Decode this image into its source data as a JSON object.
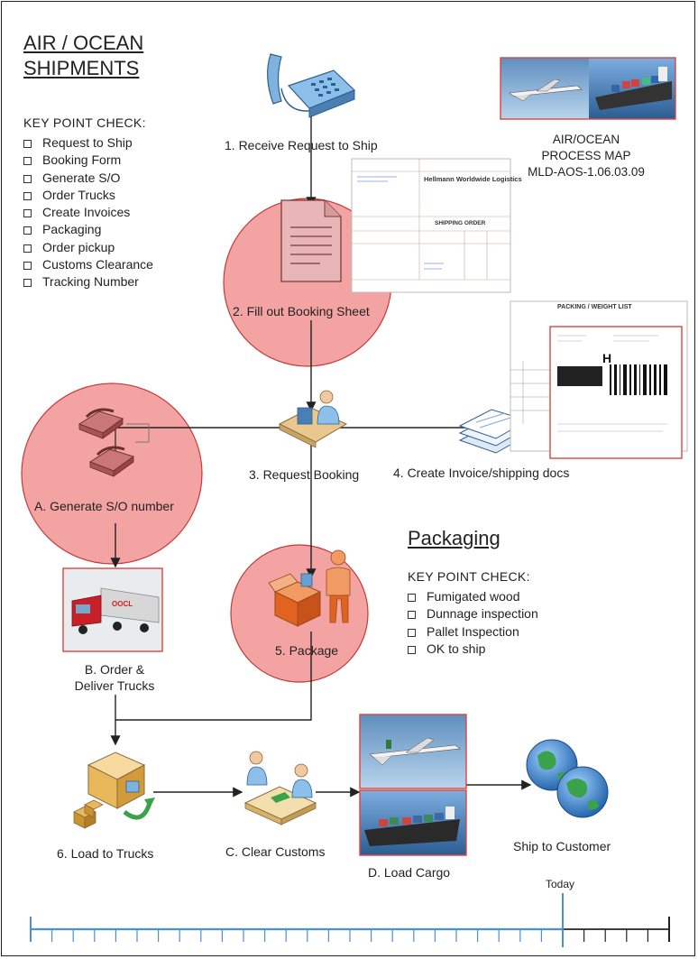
{
  "title": {
    "line1": "AIR / OCEAN",
    "line2": "SHIPMENTS"
  },
  "key_point_check": {
    "heading": "KEY POINT CHECK:",
    "items": [
      "Request to Ship",
      "Booking Form",
      "Generate S/O",
      "Order Trucks",
      "Create Invoices",
      "Packaging",
      "Order pickup",
      "Customs Clearance",
      "Tracking Number"
    ]
  },
  "process_map": {
    "line1": "AIR/OCEAN",
    "line2": "PROCESS MAP",
    "line3": "MLD-AOS-1.06.03.09"
  },
  "steps": {
    "s1": "1. Receive Request to Ship",
    "s2": "2. Fill out Booking Sheet",
    "s3": "3. Request Booking",
    "s4": "4. Create Invoice/shipping docs",
    "a": "A. Generate S/O number",
    "b1": "B. Order &",
    "b2": "Deliver Trucks",
    "s5": "5. Package",
    "s6": "6. Load to Trucks",
    "c": "C. Clear Customs",
    "d": "D. Load Cargo",
    "ship": "Ship to Customer"
  },
  "packaging": {
    "title": "Packaging",
    "heading": "KEY POINT CHECK:",
    "items": [
      "Fumigated wood",
      "Dunnage inspection",
      "Pallet Inspection",
      "OK to ship"
    ]
  },
  "booking_doc": {
    "company": "Hellmann Worldwide Logistics",
    "form": "SHIPPING ORDER"
  },
  "packing_doc": {
    "title": "PACKING / WEIGHT LIST"
  },
  "timeline": {
    "today_label": "Today",
    "tick_count": 30,
    "today_index": 25
  },
  "colors": {
    "circle_fill": "#f4a3a3",
    "circle_stroke": "#c43a3a",
    "timeline": "#4a90d9",
    "photo_border": "#d9463c"
  }
}
